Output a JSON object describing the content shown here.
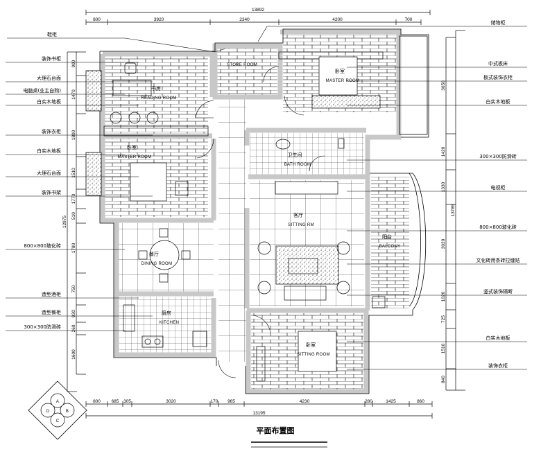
{
  "title": "平面布置图",
  "colors": {
    "wall": "#c8c8c8",
    "line": "#000000"
  },
  "dimensions": {
    "top_total": "13892",
    "top": [
      "800",
      "3920",
      "2340",
      "4200",
      "700"
    ],
    "bottom_total": "13195",
    "bottom": [
      "800",
      "685",
      "305",
      "3020",
      "170",
      "965",
      "4230",
      "280",
      "1425",
      "860"
    ],
    "left_total": "12975",
    "left": [
      "900",
      "1470",
      "1800",
      "1510",
      "1770",
      "510",
      "1780",
      "750",
      "930",
      "260",
      "1600"
    ],
    "right_total": "13785",
    "right": [
      "3650",
      "1420",
      "1330",
      "3020",
      "1020",
      "725",
      "1510",
      "840"
    ]
  },
  "callouts_left": [
    "鞋柜",
    "装饰书柜",
    "大理石台面",
    "电脑桌(业主自购)",
    "白实木地板",
    "装饰衣柜",
    "白实木地板",
    "大理石台面",
    "装饰书架",
    "800×800玻化砖",
    "造型酒柜",
    "造型餐柜",
    "300×300防滑砖"
  ],
  "callouts_right": [
    "储物柜",
    "中式板床",
    "板式装饰衣柜",
    "白实木地板",
    "300×300防滑砖",
    "电视柜",
    "800×800玻化砖",
    "文化砖用条砖拉缝贴",
    "竖式装饰隔断",
    "白实木地板",
    "装饰衣柜"
  ],
  "rooms": [
    {
      "cn": "书房",
      "en": "READING ROOM"
    },
    {
      "cn": "",
      "en": "STORE ROOM"
    },
    {
      "cn": "卧室",
      "en": "MASTER ROOM"
    },
    {
      "cn": "卧室",
      "en": "MASTER ROOM"
    },
    {
      "cn": "卫生间",
      "en": "BATH ROOM"
    },
    {
      "cn": "客厅",
      "en": "SITTING RM"
    },
    {
      "cn": "阳台",
      "en": "BALCONY"
    },
    {
      "cn": "餐厅",
      "en": "DINING ROOM"
    },
    {
      "cn": "厨房",
      "en": "KITCHEN"
    },
    {
      "cn": "卧室",
      "en": "SITTING ROOM"
    }
  ],
  "compass": [
    "A",
    "B",
    "C",
    "D"
  ]
}
